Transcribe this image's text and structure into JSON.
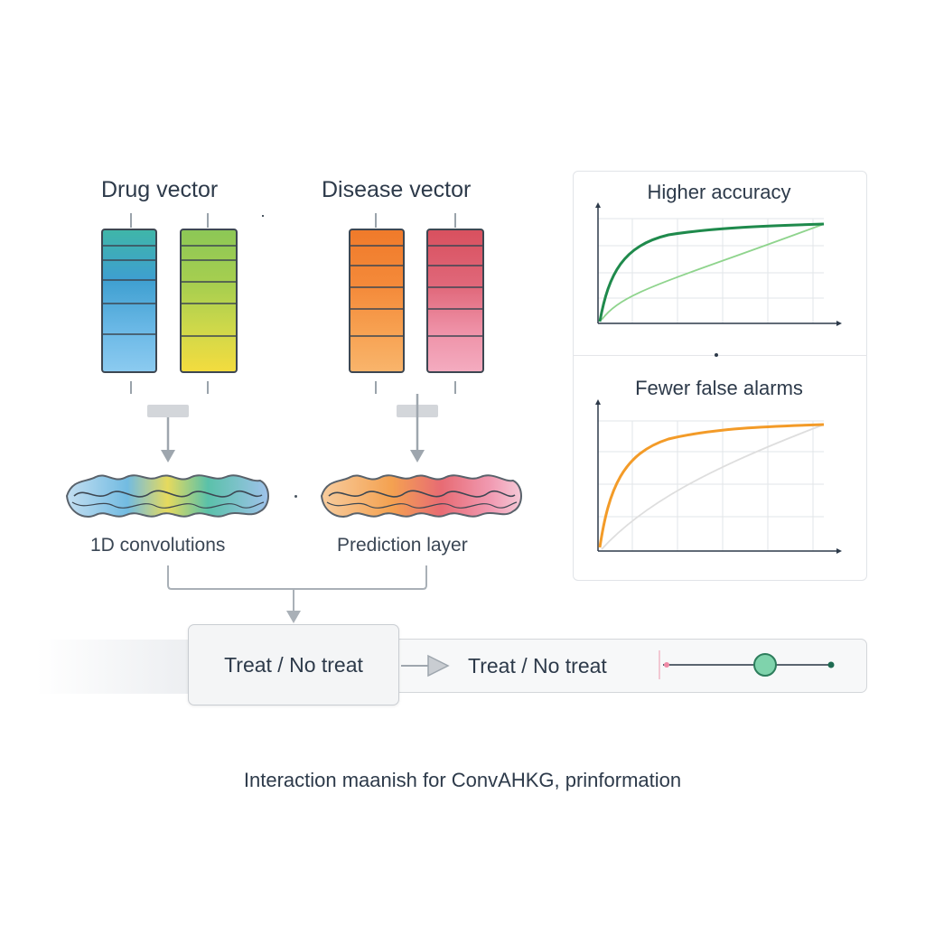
{
  "drug": {
    "title": "Drug vector",
    "sublabel": "1D convolutions"
  },
  "disease": {
    "title": "Disease vector",
    "sublabel": "Prediction layer"
  },
  "decision": {
    "label": "Treat / No treat"
  },
  "output": {
    "label": "Treat / No treat"
  },
  "charts": {
    "top": {
      "title": "Higher accuracy"
    },
    "bottom": {
      "title": "Fewer false alarms"
    }
  },
  "caption": "Interaction maanish for ConvAHKG, prinformation",
  "colors": {
    "drug_col1": [
      "#3fb6a8",
      "#3e9fd0",
      "#6ab8e6",
      "#8ccbf0"
    ],
    "drug_col2": [
      "#8cc756",
      "#a8cf4f",
      "#cfd84a",
      "#f4dc3e"
    ],
    "disease_col1": [
      "#f07a2a",
      "#f48a3a",
      "#f7a050",
      "#f9b56c"
    ],
    "disease_col2": [
      "#d8505e",
      "#e0687a",
      "#ee90a6",
      "#f4acc0"
    ],
    "accuracy_curve": "#1f8a4c",
    "accuracy_baseline": "#8fd48d",
    "alarms_curve": "#f39b28",
    "alarms_baseline": "#dedede",
    "slider_knob": "#7fd3ac"
  }
}
